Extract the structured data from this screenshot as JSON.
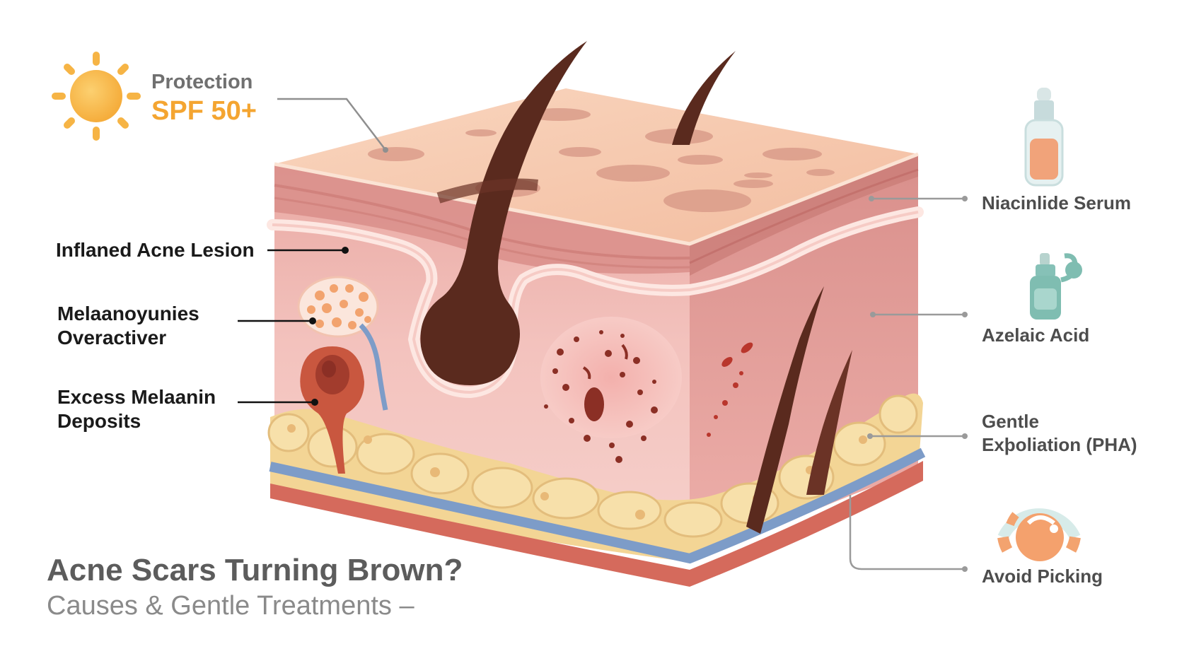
{
  "title": "Acne Scars Turning Brown?",
  "subtitle": "Causes & Gentle Treatments –",
  "sun_protection": {
    "line1": "Protection",
    "line2": "SPF 50+"
  },
  "left_labels": [
    {
      "line1": "Inflaned Acne Lesion"
    },
    {
      "line1": "Melaanoyunies",
      "line2": "Overactiver"
    },
    {
      "line1": "Excess Melaanin",
      "line2": "Deposits"
    }
  ],
  "right_labels": [
    {
      "line1": "Niacinlide Serum"
    },
    {
      "line1": "Azelaic Acid"
    },
    {
      "line1": "Gentle",
      "line2": "Exþoliation (PHA)"
    },
    {
      "line1": "Avoid Picking"
    }
  ],
  "icons": {
    "sun": "sun-icon",
    "serum": "dropper-bottle-icon",
    "acid": "spray-bottle-icon",
    "exfoliation": "wave-icon",
    "picking": "no-picking-icon"
  },
  "colors": {
    "skin_top": "#f7c9ad",
    "dermis": "#efb6ae",
    "fat": "#f3d595",
    "hair": "#5a2a1e",
    "pigment": "#8b2f25",
    "accent_spf": "#f4a531",
    "label_dark": "#1a1a1a",
    "label_grey": "#4d4d4d",
    "leader": "#9a9a9a"
  }
}
